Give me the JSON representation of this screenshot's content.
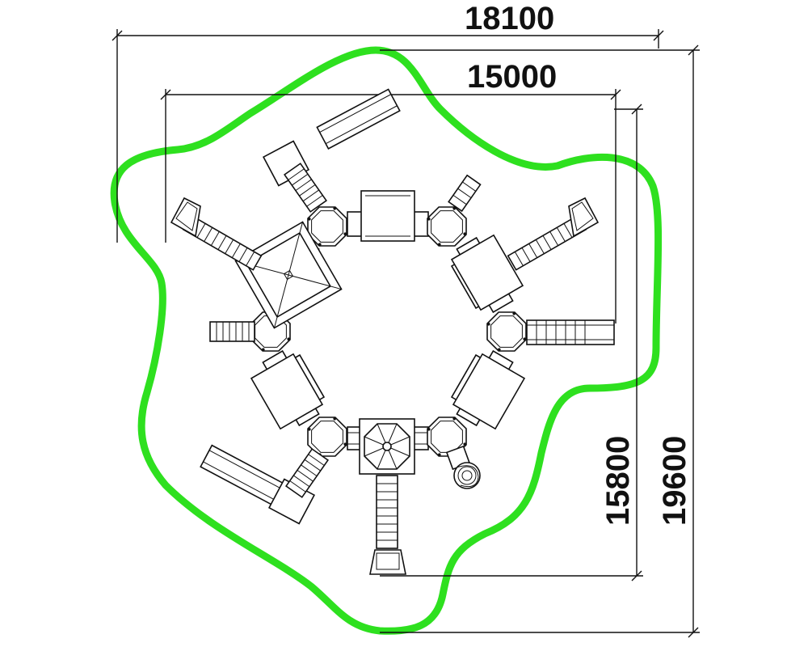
{
  "dimensions": {
    "overall_width": "18100",
    "inner_width": "15000",
    "inner_height": "15800",
    "overall_height": "19600"
  },
  "colors": {
    "safety_zone": "#2ee01f",
    "ink": "#111111"
  }
}
